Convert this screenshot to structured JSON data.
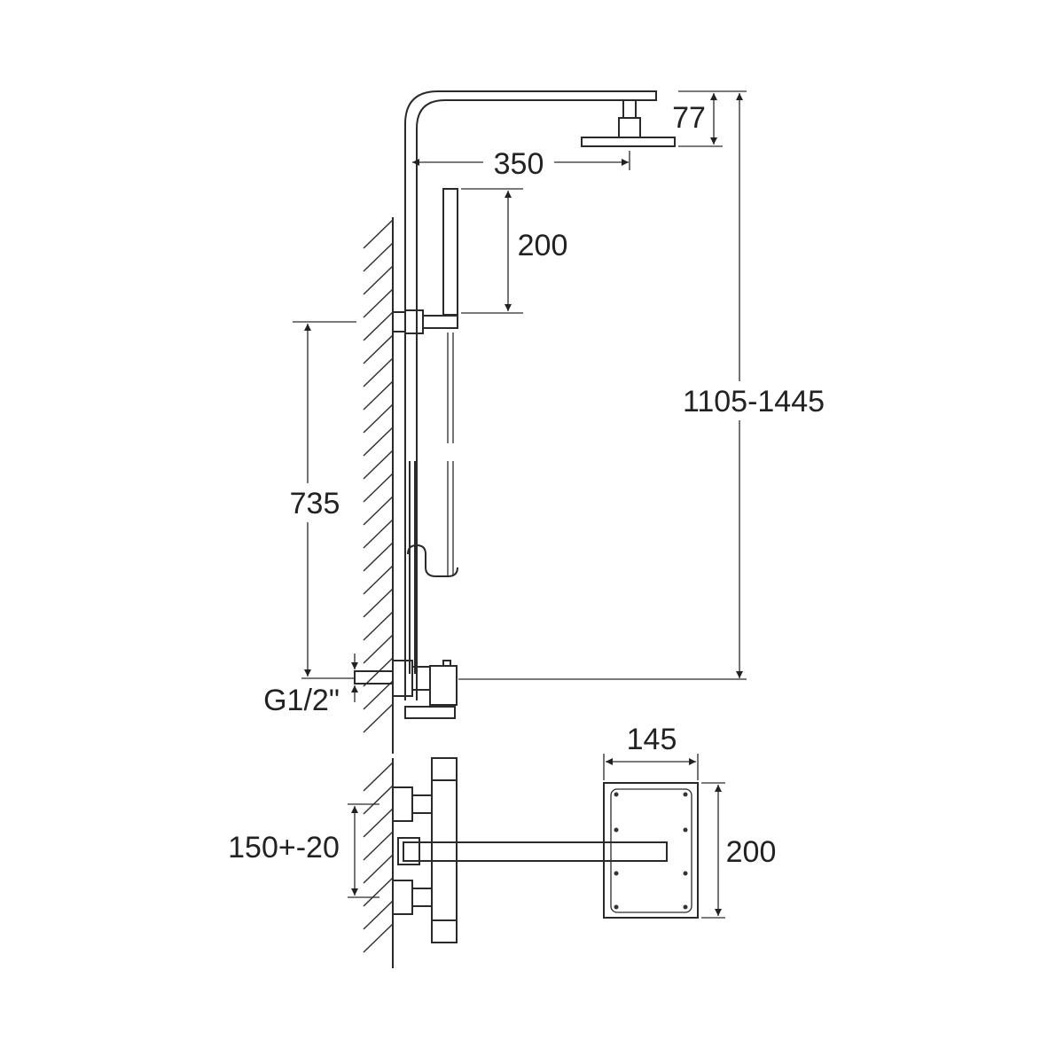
{
  "title": "Shower column technical drawing",
  "dimensions": {
    "head_height": "77",
    "arm_projection": "350",
    "handshower_length": "200",
    "overall_height": "1105-1445",
    "bracket_height": "735",
    "inlet_thread": "G1/2\"",
    "head_width": "145",
    "head_depth": "200",
    "inlet_spacing": "150+-20"
  },
  "colors": {
    "line": "#2a2a2a",
    "background": "#ffffff"
  }
}
